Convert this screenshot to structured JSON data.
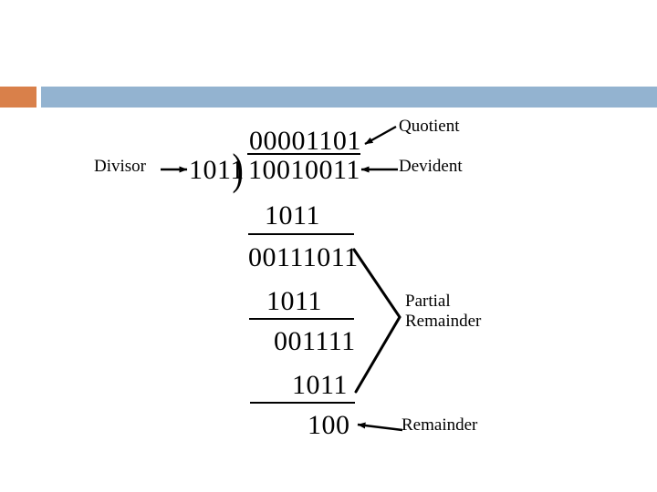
{
  "slide": {
    "title_band": {
      "accent_color": "#d9804a",
      "bar_color": "#93b3d0"
    },
    "background_color": "#ffffff"
  },
  "division": {
    "quotient": "00001101",
    "divisor": "1011",
    "dividend": "10010011",
    "bracket_glyph": ")",
    "steps": [
      {
        "subtrahend": "1011",
        "partial_remainder": "00111011"
      },
      {
        "subtrahend": "1011",
        "partial_remainder": "001111"
      },
      {
        "subtrahend": "1011",
        "partial_remainder": "100"
      }
    ],
    "rows": {
      "quotient": "00001101",
      "divisor": "1011",
      "dividend": "10010011",
      "sub_1": "1011",
      "partial_1": "00111011",
      "sub_2": "1011",
      "partial_2": "001111",
      "sub_3": "1011",
      "remainder": "100"
    }
  },
  "labels": {
    "divisor": "Divisor",
    "quotient": "Quotient",
    "devident": "Devident",
    "partial_remainder": "Partial Remainder",
    "remainder": "Remainder"
  },
  "colors": {
    "ink": "#000000",
    "accent_orange": "#d9804a",
    "accent_blue": "#93b3d0"
  }
}
